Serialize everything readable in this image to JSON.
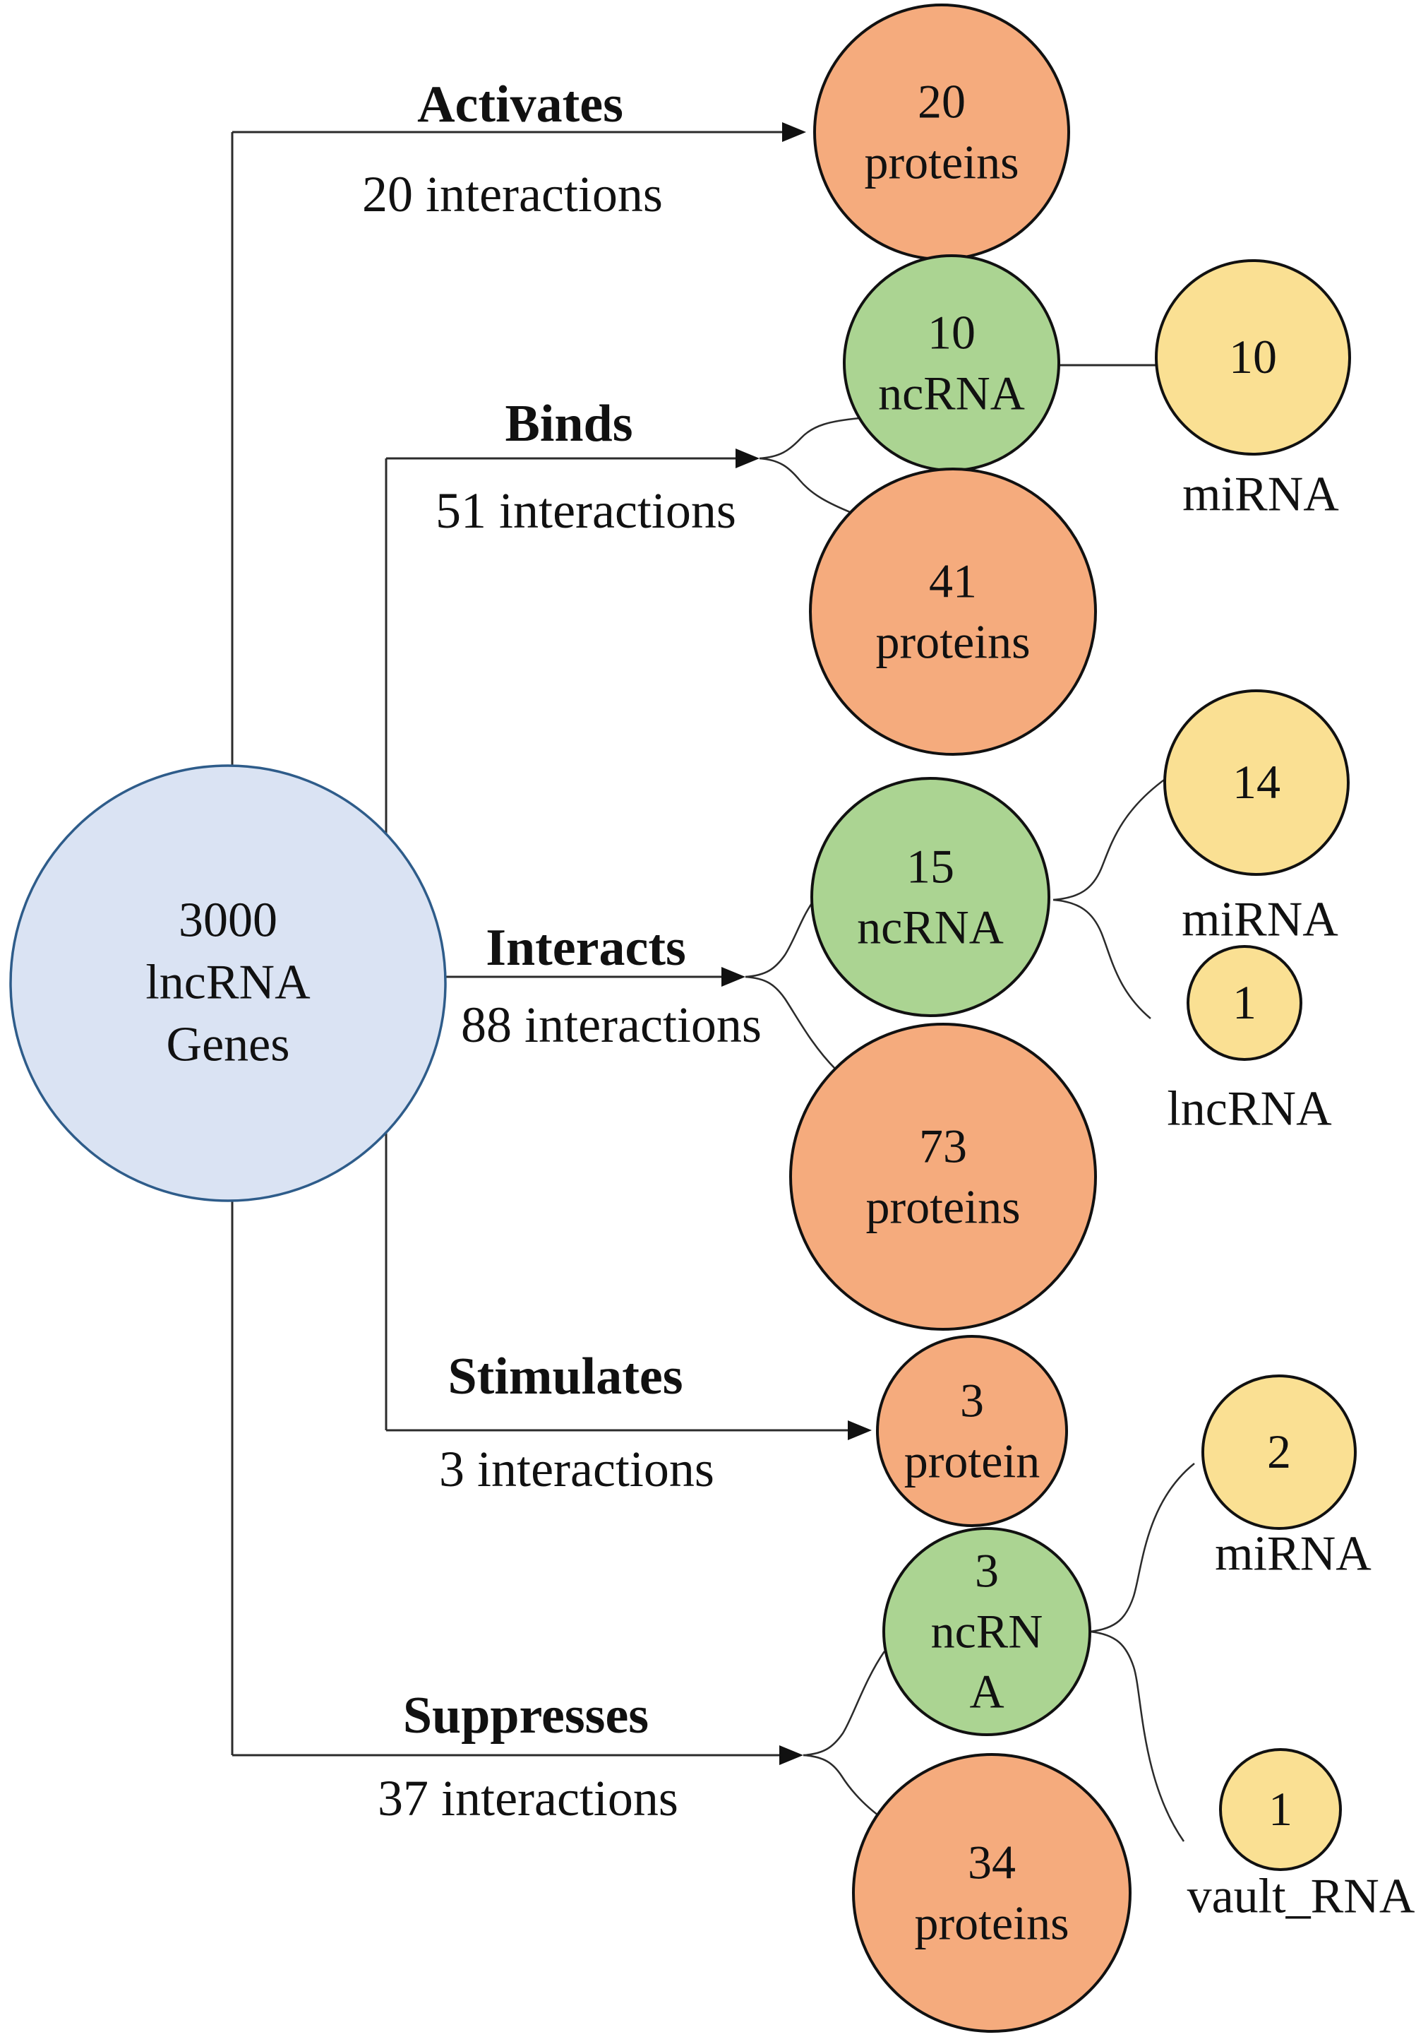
{
  "colors": {
    "gene_fill": "#dae3f3",
    "gene_border": "#2e5c8a",
    "protein_fill": "#f5ab7d",
    "ncrna_fill": "#abd492",
    "rna_fill": "#fae093",
    "node_border": "#111111",
    "line": "#2b2b2b",
    "text": "#111111",
    "background": "#ffffff"
  },
  "center_node": {
    "label": "3000\nlncRNA\nGenes"
  },
  "relations": {
    "activates": {
      "label": "Activates",
      "interactions": "20 interactions"
    },
    "binds": {
      "label": "Binds",
      "interactions": "51 interactions"
    },
    "interacts": {
      "label": "Interacts",
      "interactions": "88 interactions"
    },
    "stimulates": {
      "label": "Stimulates",
      "interactions": "3 interactions"
    },
    "suppresses": {
      "label": "Suppresses",
      "interactions": "37 interactions"
    }
  },
  "nodes": {
    "activates_proteins": {
      "label": "20\nproteins"
    },
    "binds_ncrna": {
      "label": "10\nncRNA"
    },
    "binds_mirna": {
      "value": "10",
      "sublabel": "miRNA"
    },
    "binds_proteins": {
      "label": "41\nproteins"
    },
    "interacts_ncrna": {
      "label": "15\nncRNA"
    },
    "interacts_mirna": {
      "value": "14",
      "sublabel": "miRNA"
    },
    "interacts_lncrna": {
      "value": "1",
      "sublabel": "lncRNA"
    },
    "interacts_proteins": {
      "label": "73\nproteins"
    },
    "stimulates_protein": {
      "label": "3\nprotein"
    },
    "suppresses_ncrna": {
      "label": "3\nncRN\nA"
    },
    "suppresses_mirna": {
      "value": "2",
      "sublabel": "miRNA"
    },
    "suppresses_proteins": {
      "label": "34\nproteins"
    },
    "suppresses_vault_rna": {
      "value": "1",
      "sublabel": "vault_RNA"
    }
  }
}
